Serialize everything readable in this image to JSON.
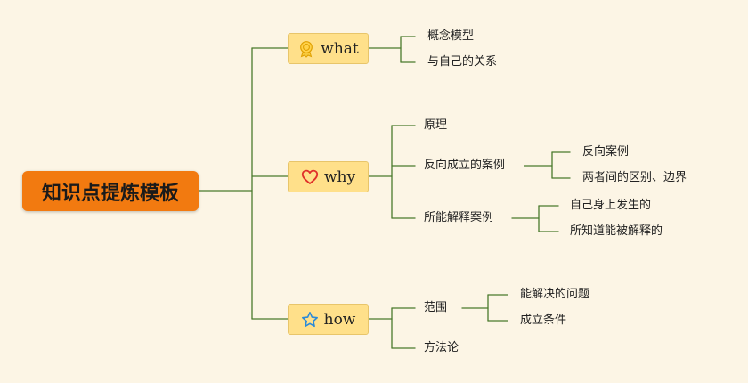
{
  "root": {
    "label": "知识点提炼模板"
  },
  "branches": {
    "what": {
      "label": "what",
      "icon": "award-ribbon-icon",
      "children": [
        "概念模型",
        "与自己的关系"
      ]
    },
    "why": {
      "label": "why",
      "icon": "heart-icon",
      "children": {
        "principle": "原理",
        "counter": {
          "label": "反向成立的案例",
          "children": [
            "反向案例",
            "两者间的区别、边界"
          ]
        },
        "explain": {
          "label": "所能解释案例",
          "children": [
            "自己身上发生的",
            "所知道能被解释的"
          ]
        }
      }
    },
    "how": {
      "label": "how",
      "icon": "star-icon",
      "children": {
        "scope": {
          "label": "范围",
          "children": [
            "能解决的问题",
            "成立条件"
          ]
        },
        "method": "方法论"
      }
    }
  },
  "colors": {
    "background": "#fcf5e5",
    "root_fill": "#f27a10",
    "branch_fill": "#ffe08a",
    "connector": "#4a7a2c",
    "icon_gold": "#f0b000",
    "icon_red": "#e0302a",
    "icon_blue": "#2a8ad8"
  }
}
